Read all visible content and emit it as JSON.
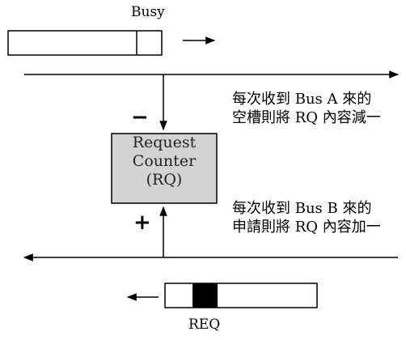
{
  "labels": {
    "busy": "Busy",
    "req": "REQ"
  },
  "counter": {
    "line1": "Request",
    "line2": "Counter",
    "line3": "(RQ)"
  },
  "signs": {
    "minus": "−",
    "plus": "+"
  },
  "notes": {
    "bus_a_line1": "每次收到 Bus A 來的",
    "bus_a_line2": "空槽則將 RQ 內容減一",
    "bus_b_line1": "每次收到 Bus B 來的",
    "bus_b_line2": "申請則將 RQ 內容加一"
  },
  "colors": {
    "counter_fill": "#d3d3d3",
    "req_slot_fill": "#000000",
    "line": "#000000"
  }
}
